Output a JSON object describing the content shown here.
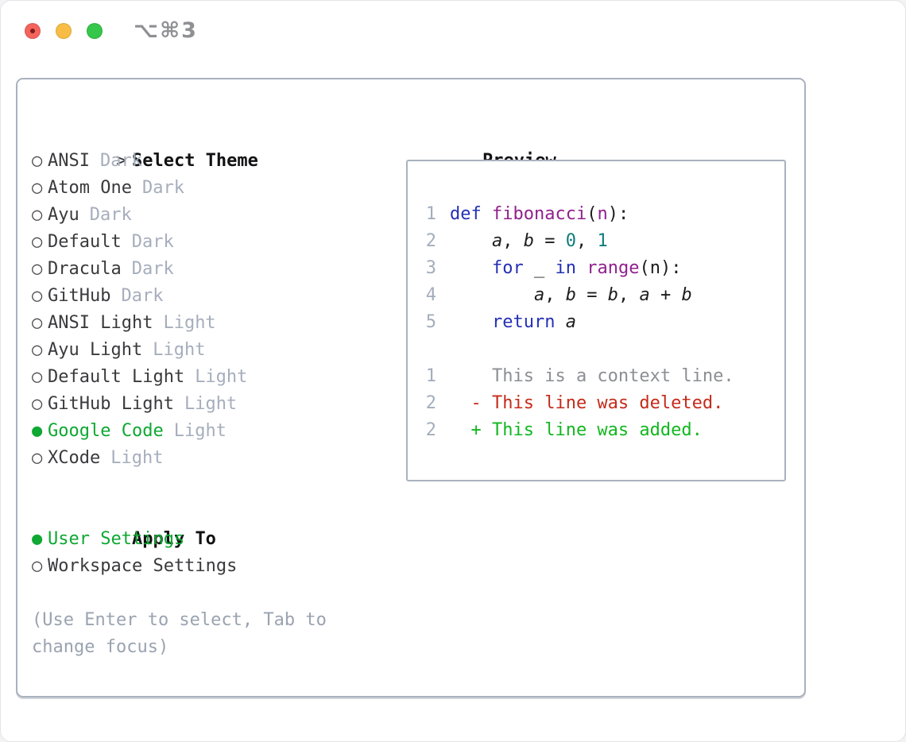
{
  "window": {
    "title": "⌥⌘3"
  },
  "icons": {
    "radio_unselected": "○",
    "radio_selected": "●",
    "cursor": ">"
  },
  "colors": {
    "accent_green": "#0ea832",
    "muted_gray": "#a6aebc",
    "panel_border": "#a9b2be",
    "keyword_blue": "#2430b4",
    "function_purple": "#90218e",
    "number_teal": "#107c7c",
    "diff_red": "#c42b1a",
    "diff_green": "#12b71f",
    "traffic_red": "#f4645c",
    "traffic_yellow": "#f9bd45",
    "traffic_green": "#35c64a"
  },
  "theme_selector": {
    "header": "Select Theme",
    "items": [
      {
        "name": "ANSI",
        "variant": "Dark",
        "selected": false
      },
      {
        "name": "Atom One",
        "variant": "Dark",
        "selected": false
      },
      {
        "name": "Ayu",
        "variant": "Dark",
        "selected": false
      },
      {
        "name": "Default",
        "variant": "Dark",
        "selected": false
      },
      {
        "name": "Dracula",
        "variant": "Dark",
        "selected": false
      },
      {
        "name": "GitHub",
        "variant": "Dark",
        "selected": false
      },
      {
        "name": "ANSI Light",
        "variant": "Light",
        "selected": false
      },
      {
        "name": "Ayu Light",
        "variant": "Light",
        "selected": false
      },
      {
        "name": "Default Light",
        "variant": "Light",
        "selected": false
      },
      {
        "name": "GitHub Light",
        "variant": "Light",
        "selected": false
      },
      {
        "name": "Google Code",
        "variant": "Light",
        "selected": true
      },
      {
        "name": "XCode",
        "variant": "Light",
        "selected": false
      }
    ]
  },
  "apply_to": {
    "header": "Apply To",
    "options": [
      {
        "label": "User Settings",
        "selected": true
      },
      {
        "label": "Workspace Settings",
        "selected": false
      }
    ]
  },
  "help": {
    "line1": "(Use Enter to select, Tab to",
    "line2": "change focus)"
  },
  "preview": {
    "header": "Preview",
    "code_lines": [
      {
        "number": "1",
        "tokens": [
          {
            "t": "def",
            "c": "keyword"
          },
          {
            "t": " ",
            "c": "plain"
          },
          {
            "t": "fibonacci",
            "c": "function"
          },
          {
            "t": "(",
            "c": "plain"
          },
          {
            "t": "n",
            "c": "param"
          },
          {
            "t": "):",
            "c": "plain"
          }
        ]
      },
      {
        "number": "2",
        "tokens": [
          {
            "t": "    ",
            "c": "plain"
          },
          {
            "t": "a",
            "c": "var"
          },
          {
            "t": ", ",
            "c": "plain"
          },
          {
            "t": "b",
            "c": "var"
          },
          {
            "t": " = ",
            "c": "plain"
          },
          {
            "t": "0",
            "c": "number"
          },
          {
            "t": ", ",
            "c": "plain"
          },
          {
            "t": "1",
            "c": "number"
          }
        ]
      },
      {
        "number": "3",
        "tokens": [
          {
            "t": "    ",
            "c": "plain"
          },
          {
            "t": "for",
            "c": "keyword"
          },
          {
            "t": " _ ",
            "c": "plain"
          },
          {
            "t": "in",
            "c": "keyword"
          },
          {
            "t": " ",
            "c": "plain"
          },
          {
            "t": "range",
            "c": "function"
          },
          {
            "t": "(n):",
            "c": "plain"
          }
        ]
      },
      {
        "number": "4",
        "tokens": [
          {
            "t": "        ",
            "c": "plain"
          },
          {
            "t": "a",
            "c": "var"
          },
          {
            "t": ", ",
            "c": "plain"
          },
          {
            "t": "b",
            "c": "var"
          },
          {
            "t": " = ",
            "c": "plain"
          },
          {
            "t": "b",
            "c": "var"
          },
          {
            "t": ", ",
            "c": "plain"
          },
          {
            "t": "a",
            "c": "var"
          },
          {
            "t": " + ",
            "c": "plain"
          },
          {
            "t": "b",
            "c": "var"
          }
        ]
      },
      {
        "number": "5",
        "tokens": [
          {
            "t": "    ",
            "c": "plain"
          },
          {
            "t": "return",
            "c": "keyword"
          },
          {
            "t": " ",
            "c": "plain"
          },
          {
            "t": "a",
            "c": "var"
          }
        ]
      }
    ],
    "diff_lines": [
      {
        "number": "1",
        "kind": "context",
        "text": "    This is a context line."
      },
      {
        "number": "2",
        "kind": "deleted",
        "text": "  - This line was deleted."
      },
      {
        "number": "2",
        "kind": "added",
        "text": "  + This line was added."
      }
    ]
  }
}
